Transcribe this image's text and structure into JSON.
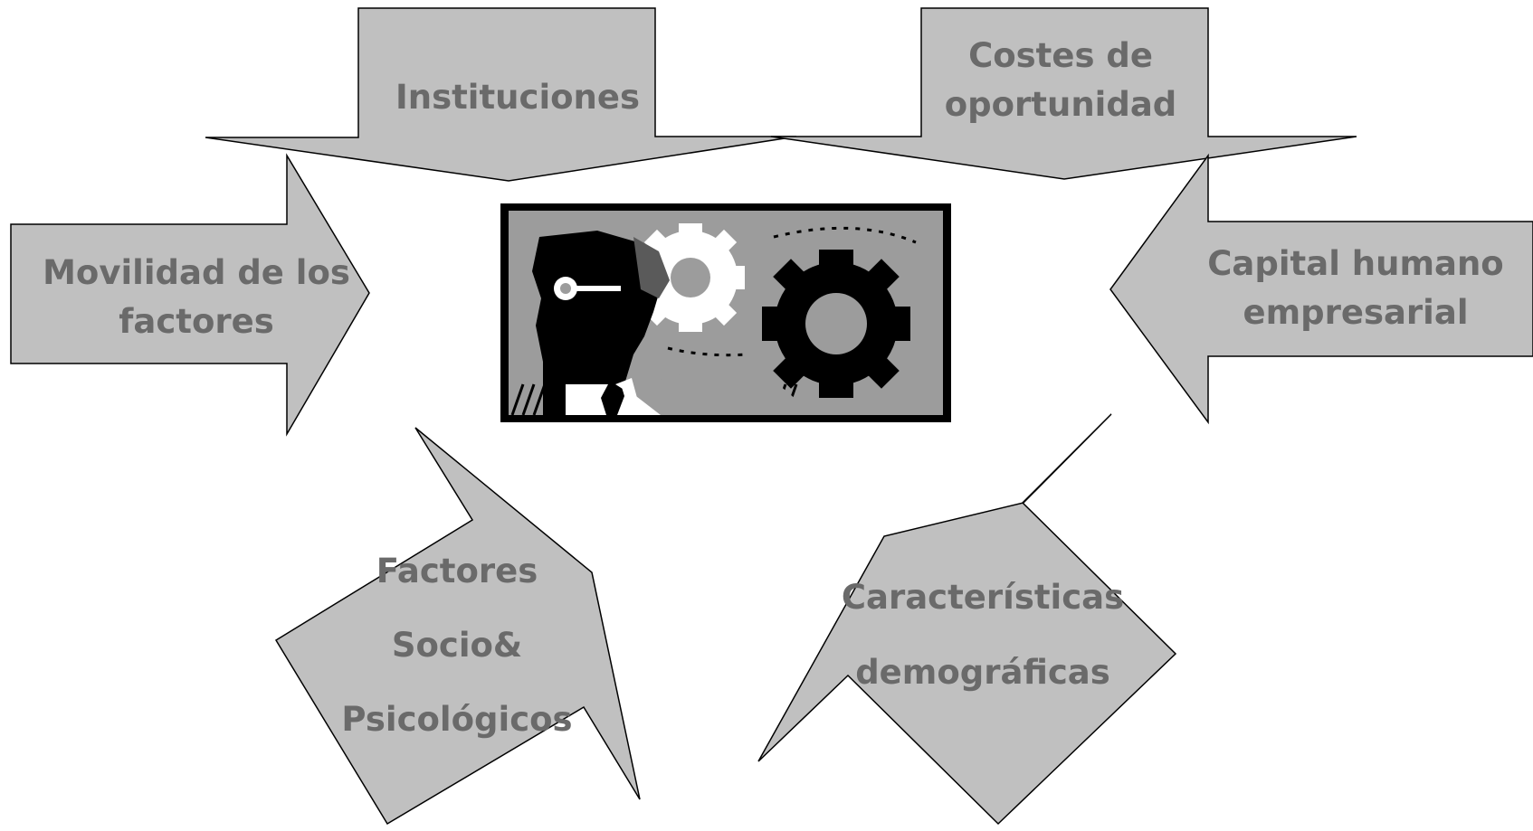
{
  "diagram": {
    "center_image": {
      "icon": "businessman-gears-icon"
    },
    "arrows": [
      {
        "id": "instituciones",
        "lines": [
          "Instituciones"
        ]
      },
      {
        "id": "costes",
        "lines": [
          "Costes de",
          "oportunidad"
        ]
      },
      {
        "id": "movilidad",
        "lines": [
          "Movilidad de los",
          "factores"
        ]
      },
      {
        "id": "capital",
        "lines": [
          "Capital humano",
          "empresarial"
        ]
      },
      {
        "id": "factores",
        "lines": [
          "Factores",
          "Socio&",
          "Psicológicos"
        ]
      },
      {
        "id": "caracteristicas",
        "lines": [
          "Características",
          "demográficas"
        ]
      }
    ],
    "colors": {
      "arrow_fill": "#c0c0c0",
      "text": "#6a6a6a",
      "outline": "#000000"
    }
  }
}
